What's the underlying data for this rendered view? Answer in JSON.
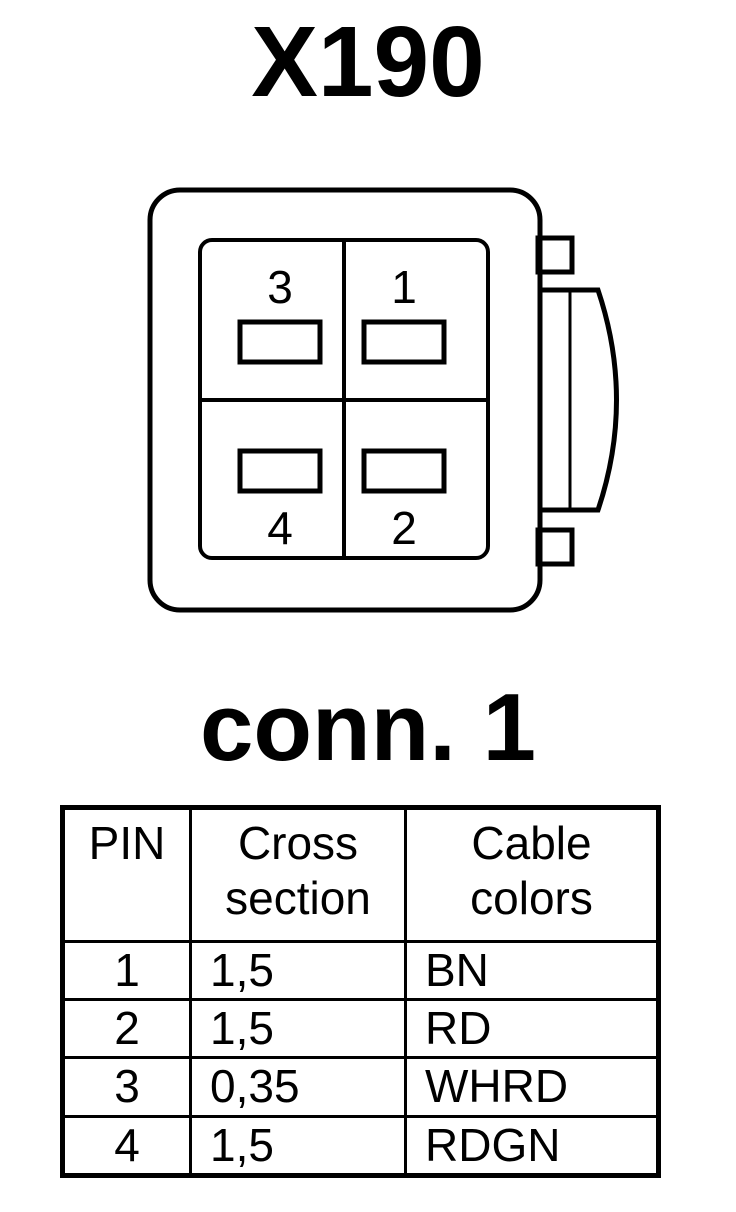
{
  "title": "X190",
  "connector": {
    "pins": [
      {
        "number": "3",
        "position": "top-left"
      },
      {
        "number": "1",
        "position": "top-right"
      },
      {
        "number": "4",
        "position": "bottom-left"
      },
      {
        "number": "2",
        "position": "bottom-right"
      }
    ]
  },
  "label": "conn. 1",
  "table": {
    "headers": {
      "pin": "PIN",
      "cross_line1": "Cross",
      "cross_line2": "section",
      "color_line1": "Cable",
      "color_line2": "colors"
    },
    "rows": [
      {
        "pin": "1",
        "cross_section": "1,5",
        "color": "BN"
      },
      {
        "pin": "2",
        "cross_section": "1,5",
        "color": "RD"
      },
      {
        "pin": "3",
        "cross_section": "0,35",
        "color": "WHRD"
      },
      {
        "pin": "4",
        "cross_section": "1,5",
        "color": "RDGN"
      }
    ]
  }
}
